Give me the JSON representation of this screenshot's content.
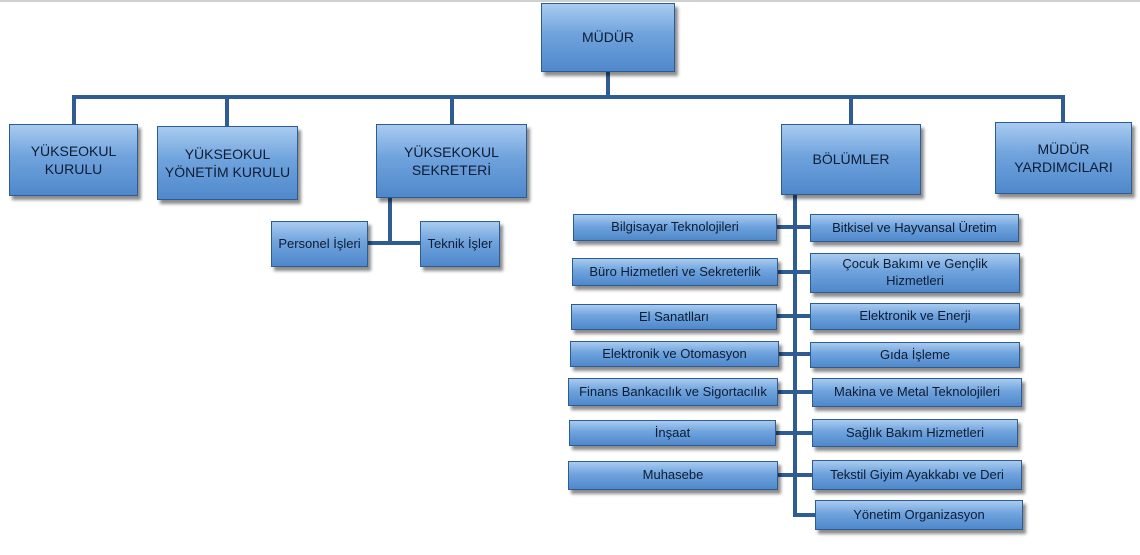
{
  "colors": {
    "connector": "#2f5d93",
    "box_light": "#a9cbf0",
    "box_mid": "#6fa3dd",
    "box_dark": "#4f88cb",
    "text": "#0d1c33"
  },
  "chart": {
    "root": {
      "label": "MÜDÜR"
    },
    "level1": [
      {
        "label": "YÜKSEOKUL\nKURULU"
      },
      {
        "label": "YÜKSEOKUL\nYÖNETİM KURULU"
      },
      {
        "label": "YÜKSEKOKUL\nSEKRETERİ"
      },
      {
        "label": "BÖLÜMLER"
      },
      {
        "label": "MÜDÜR\nYARDIMCILARI"
      }
    ],
    "secretary_units": [
      {
        "label": "Personel İşleri"
      },
      {
        "label": "Teknik İşler"
      }
    ],
    "departments_left": [
      {
        "label": "Bilgisayar Teknolojileri"
      },
      {
        "label": "Büro Hizmetleri ve Sekreterlik"
      },
      {
        "label": "El Sanatlları"
      },
      {
        "label": "Elektronik ve Otomasyon"
      },
      {
        "label": "Finans Bankacılık ve Sigortacılık"
      },
      {
        "label": "İnşaat"
      },
      {
        "label": "Muhasebe"
      }
    ],
    "departments_right": [
      {
        "label": "Bitkisel ve Hayvansal  Üretim"
      },
      {
        "label": "Çocuk Bakımı ve Gençlik\nHizmetleri"
      },
      {
        "label": "Elektronik ve  Enerji"
      },
      {
        "label": "Gıda İşleme"
      },
      {
        "label": "Makina ve Metal Teknolojileri"
      },
      {
        "label": "Sağlık Bakım Hizmetleri"
      },
      {
        "label": "Tekstil Giyim Ayakkabı ve Deri"
      },
      {
        "label": "Yönetim Organizasyon"
      }
    ]
  }
}
